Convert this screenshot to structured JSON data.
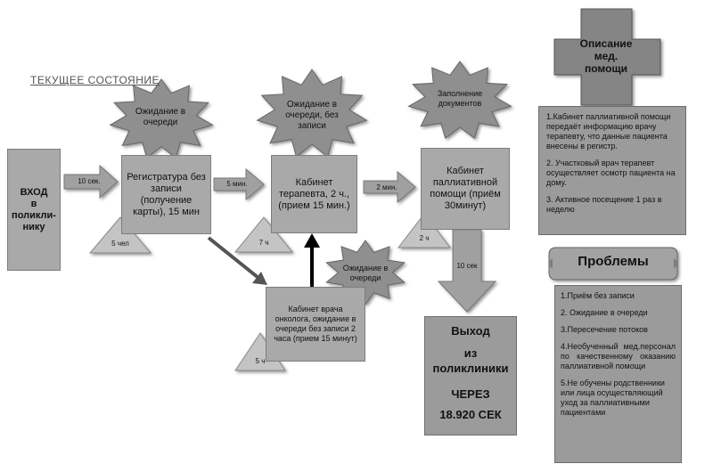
{
  "diagram": {
    "title": "ТЕКУЩЕЕ СОСТОЯНИЕ",
    "entry": {
      "line1": "ВХОД",
      "line2": "в",
      "line3": "поликли-",
      "line4": "нику"
    },
    "arrows": {
      "a1": "10 сек.",
      "a2": "5 мин.",
      "a3": "2 мин.",
      "a4": "10 сек"
    },
    "process": {
      "registration": "Регистратура без записи (получение карты), 15 мин",
      "therapist": "Кабинет терапевта, 2 ч., (прием 15 мин.)",
      "palliative": "Кабинет паллиативной помощи (приём 30минут)",
      "oncologist": "Кабинет врача онколога, ожидание в очереди без записи 2 часа (прием 15 минут)"
    },
    "bursts": {
      "b1": "Ожидание в очереди",
      "b2": "Ожидание в очереди, без записи",
      "b3": "Заполнение документов",
      "b4": "Ожидание в очереди"
    },
    "triangles": {
      "t1": "5 чел",
      "t2": "7 ч",
      "t3": "2 ч",
      "t4": "5 ч"
    },
    "exit": {
      "line1": "Выход",
      "line2": "из",
      "line3": "поликлиники",
      "line4": "ЧЕРЕЗ",
      "line5": "18.920 СЕК"
    }
  },
  "description": {
    "header": "Описание мед. помощи",
    "items": [
      "1.Кабинет паллиативной помощи передаёт информацию врачу терапевту, что данные пациента внесены в регистр.",
      "2. Участковый врач терапевт осуществляет осмотр пациента на дому.",
      "3. Активное посещение 1 раз в неделю"
    ]
  },
  "problems": {
    "header": "Проблемы",
    "items": [
      "1.Приём без записи",
      "2. Ожидание в очереди",
      "3.Пересечение потоков",
      "4.Необученный мед.персонал по качественному оказанию паллиативной помощи",
      "5.Не обучены родственники или лица осуществляющий уход за паллиативными пациентами"
    ]
  }
}
